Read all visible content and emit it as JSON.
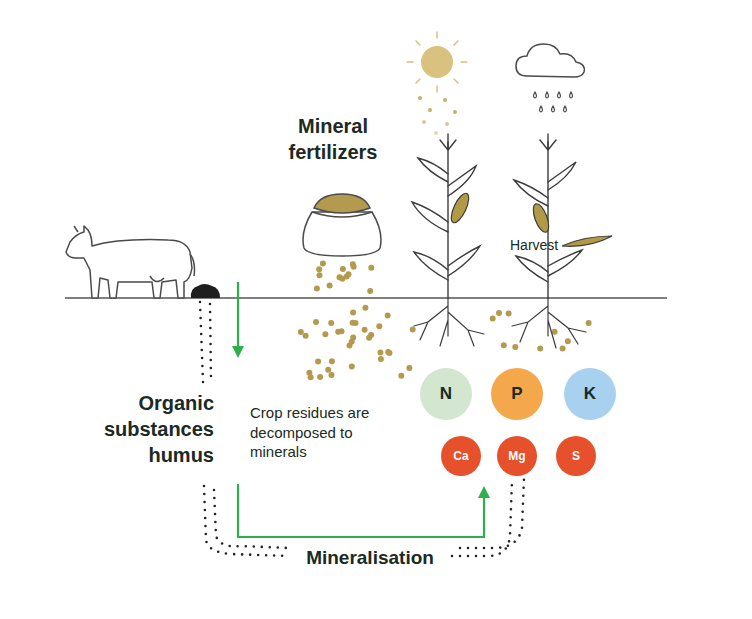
{
  "diagram": {
    "nodes": [
      {
        "text": [
          "N"
        ]
      },
      {
        "text": [
          "P"
        ]
      },
      {
        "text": [
          "K"
        ]
      },
      {
        "text": [
          "Ca"
        ]
      },
      {
        "text": [
          "Mg"
        ]
      },
      {
        "text": [
          "S"
        ]
      }
    ],
    "labels": [
      "Mineral fertilizers",
      "Harvest",
      "Organic substances humus",
      "Crop residues are decomposed to minerals",
      "Mineralisation"
    ]
  }
}
